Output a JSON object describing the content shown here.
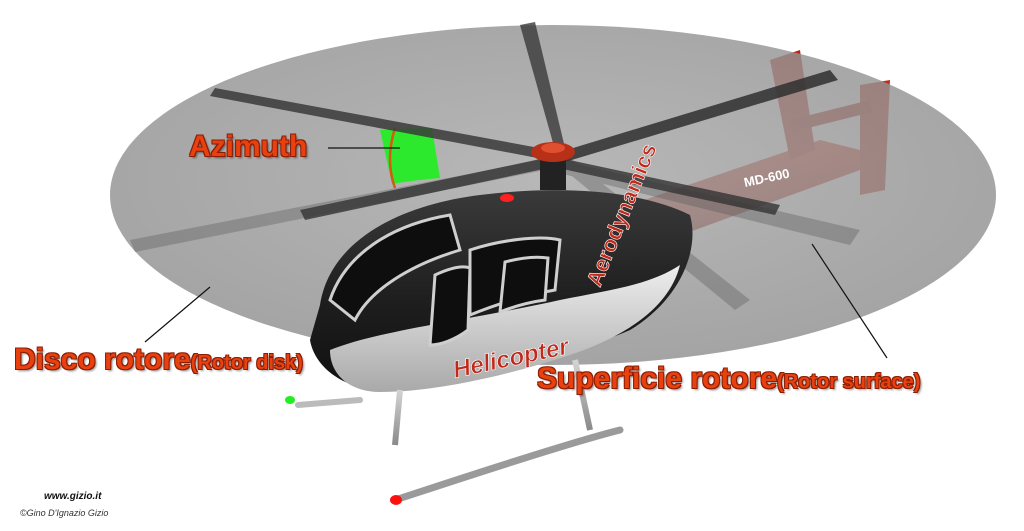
{
  "labels": {
    "azimuth": "Azimuth",
    "disk_main": "Disco rotore",
    "disk_sub": "(Rotor disk)",
    "surface_main": "Superficie rotore",
    "surface_sub": "(Rotor surface)"
  },
  "credits": {
    "site": "www.gizio.it",
    "author": "©Gino D'Ignazio Gizio"
  },
  "fuselage_text": {
    "brand": "Aerodynamics",
    "type": "Helicopter",
    "model": "MD-600"
  },
  "colors": {
    "disk": "#9a9a9a",
    "label_text": "#e8400f",
    "azimuth_sector": "#22ee22",
    "tail": "#c0281a",
    "fuselage_dark": "#2a2a2a",
    "fuselage_light": "#d8d8d8"
  }
}
